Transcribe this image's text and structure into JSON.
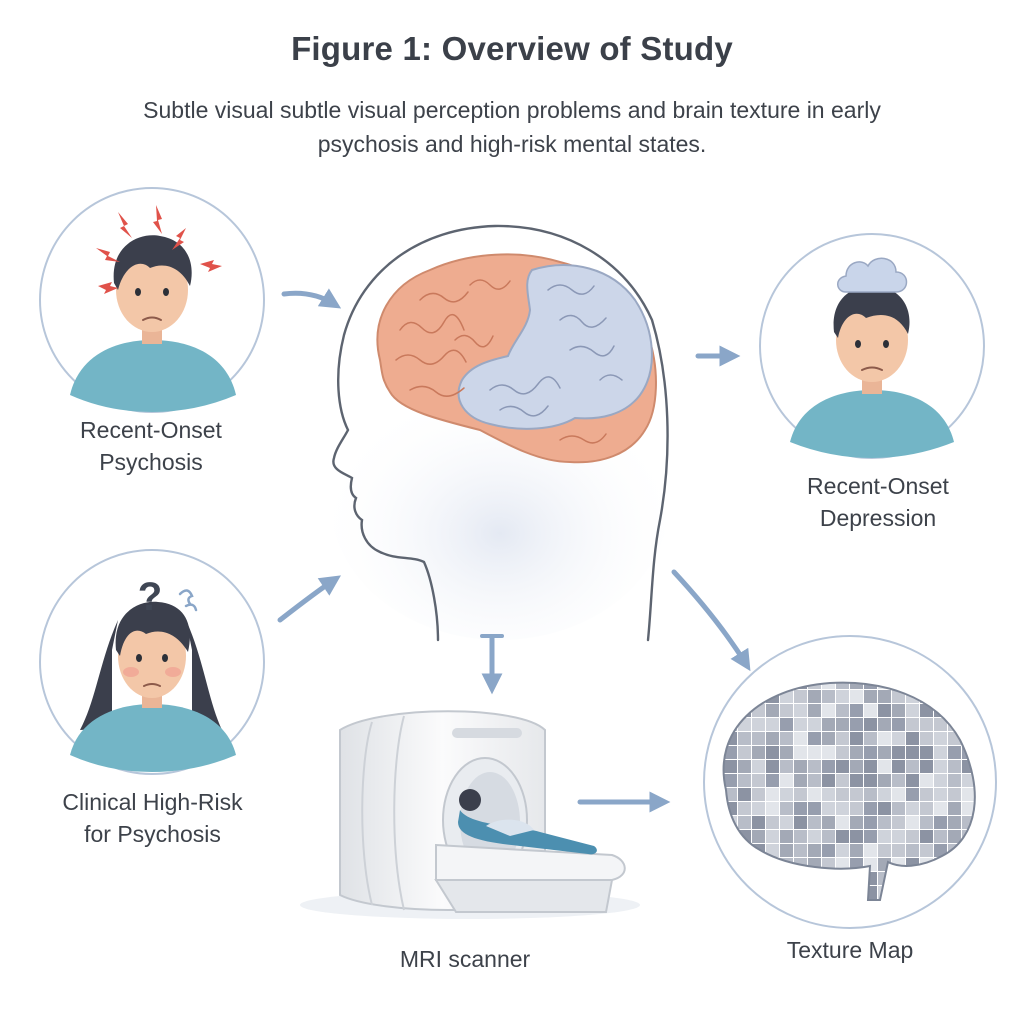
{
  "figure": {
    "title": "Figure 1: Overview of Study",
    "subtitle": "Subtle visual subtle visual perception problems and brain texture in early psychosis and high-risk mental states."
  },
  "groups": {
    "recent_onset_psychosis": {
      "line1": "Recent-Onset",
      "line2": "Psychosis"
    },
    "recent_onset_depression": {
      "line1": "Recent-Onset",
      "line2": "Depression"
    },
    "clinical_high_risk": {
      "line1": "Clinical High-Risk",
      "line2": "for Psychosis"
    }
  },
  "pipeline": {
    "mri_label": "MRI scanner",
    "texture_label": "Texture Map"
  },
  "icons": {
    "psychosis_symbol": "lightning-bolts-icon",
    "depression_symbol": "cloud-icon",
    "high_risk_symbol": "question-mark-icon",
    "center": "head-brain-icon",
    "scanner": "mri-scanner-icon",
    "texture": "texture-brain-icon"
  },
  "colors": {
    "arrow": "#8aa6c8",
    "circle_border": "#b7c6da",
    "skin": "#f3c7a8",
    "shirt": "#73b5c6",
    "hair": "#3b3f4c",
    "brain_warm": "#eeaa8c",
    "brain_cool": "#c9d5ea",
    "bolt": "#e0524a"
  }
}
